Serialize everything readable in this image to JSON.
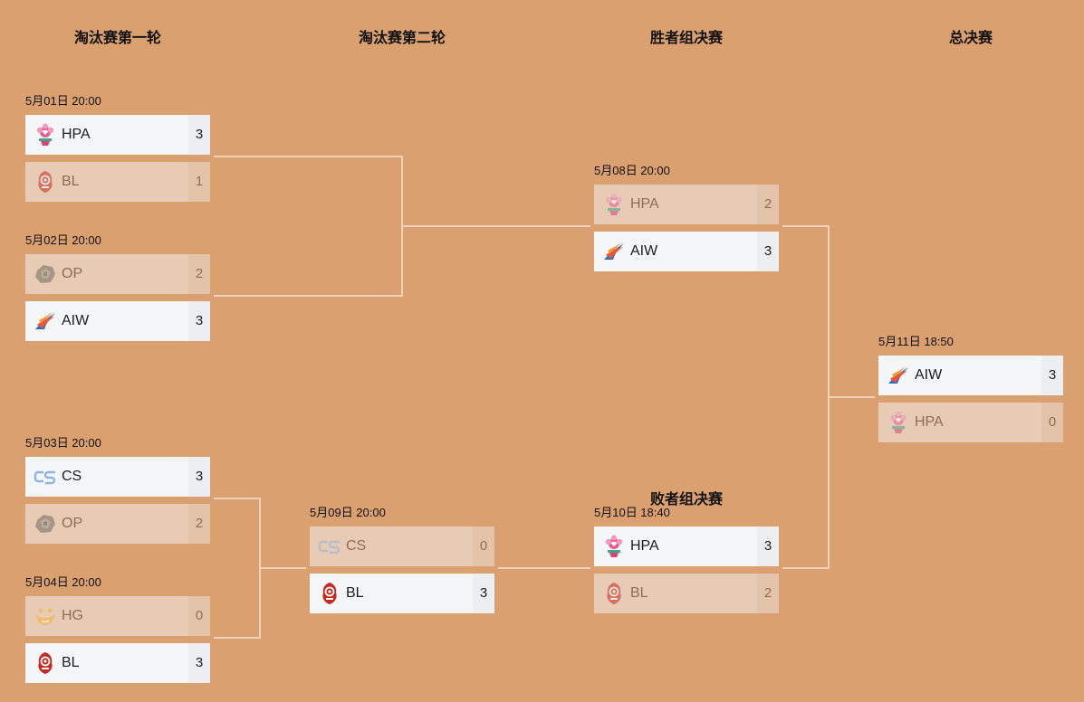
{
  "rounds": {
    "r1": "淘汰赛第一轮",
    "r2": "淘汰赛第二轮",
    "wf": "胜者组决赛",
    "final": "总决赛",
    "lf": "败者组决赛"
  },
  "matches": [
    {
      "time": "5月01日 20:00",
      "a": {
        "name": "HPA",
        "score": "3"
      },
      "b": {
        "name": "BL",
        "score": "1"
      }
    },
    {
      "time": "5月02日 20:00",
      "a": {
        "name": "OP",
        "score": "2"
      },
      "b": {
        "name": "AIW",
        "score": "3"
      }
    },
    {
      "time": "5月03日 20:00",
      "a": {
        "name": "CS",
        "score": "3"
      },
      "b": {
        "name": "OP",
        "score": "2"
      }
    },
    {
      "time": "5月04日 20:00",
      "a": {
        "name": "HG",
        "score": "0"
      },
      "b": {
        "name": "BL",
        "score": "3"
      }
    },
    {
      "time": "5月08日 20:00",
      "a": {
        "name": "HPA",
        "score": "2"
      },
      "b": {
        "name": "AIW",
        "score": "3"
      }
    },
    {
      "time": "5月09日 20:00",
      "a": {
        "name": "CS",
        "score": "0"
      },
      "b": {
        "name": "BL",
        "score": "3"
      }
    },
    {
      "time": "5月10日 18:40",
      "a": {
        "name": "HPA",
        "score": "3"
      },
      "b": {
        "name": "BL",
        "score": "2"
      }
    },
    {
      "time": "5月11日 18:50",
      "a": {
        "name": "AIW",
        "score": "3"
      },
      "b": {
        "name": "HPA",
        "score": "0"
      }
    }
  ],
  "icons": {
    "HPA": "hpa-logo-icon",
    "BL": "bl-logo-icon",
    "OP": "op-logo-icon",
    "AIW": "aiw-logo-icon",
    "CS": "cs-logo-icon",
    "HG": "hg-logo-icon"
  },
  "colors": {
    "background": "#dba070",
    "winner_row": "#f5f6f8",
    "loser_row": "#e8cbb5",
    "connector": "#f4e4d6"
  }
}
